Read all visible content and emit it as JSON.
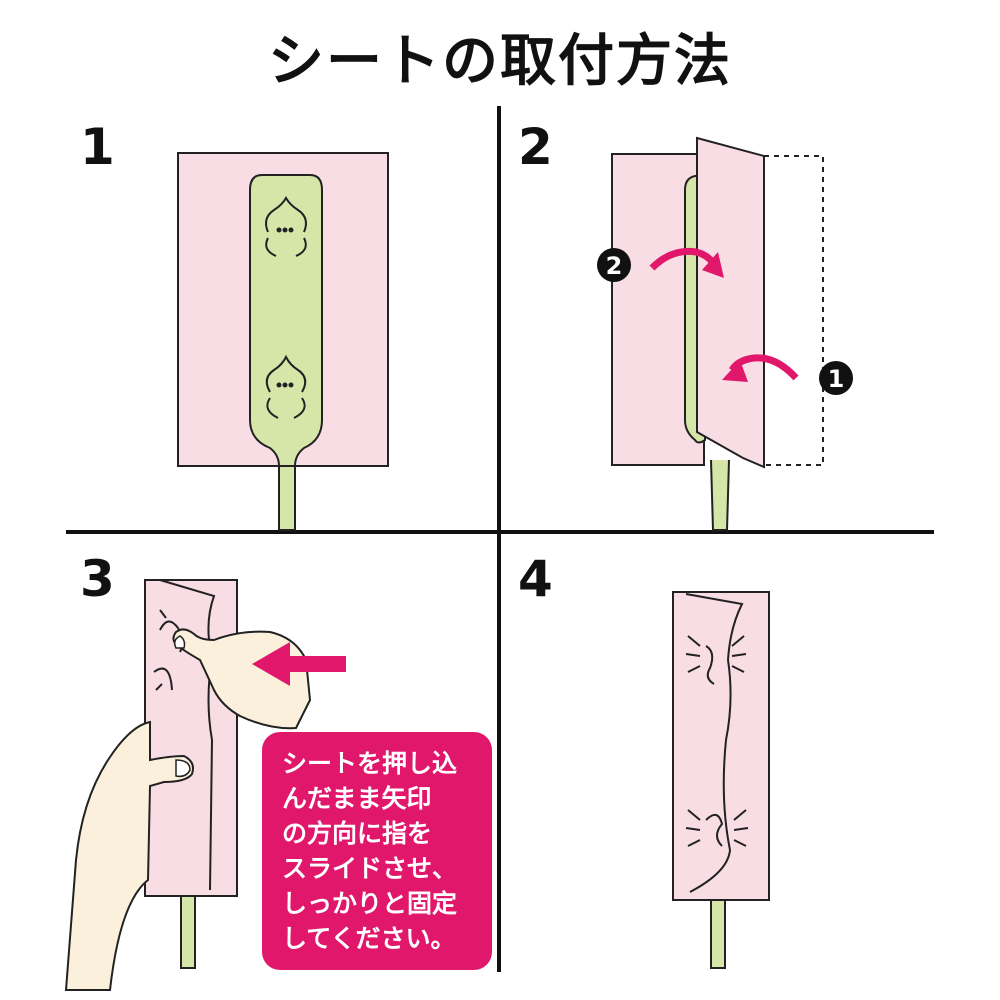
{
  "title": "シートの取付方法",
  "steps": [
    {
      "number": "1"
    },
    {
      "number": "2",
      "markers": [
        "2",
        "1"
      ]
    },
    {
      "number": "3"
    },
    {
      "number": "4"
    }
  ],
  "callout": {
    "lines": [
      "シートを押し込",
      "んだまま矢印",
      "の方向に指を",
      "スライドさせ、",
      "しっかりと固定",
      "してください。"
    ]
  },
  "colors": {
    "sheet_pink": "#f9dde5",
    "holder_green": "#d6e6a8",
    "arrow_magenta": "#e0176b",
    "outline": "#222222"
  }
}
